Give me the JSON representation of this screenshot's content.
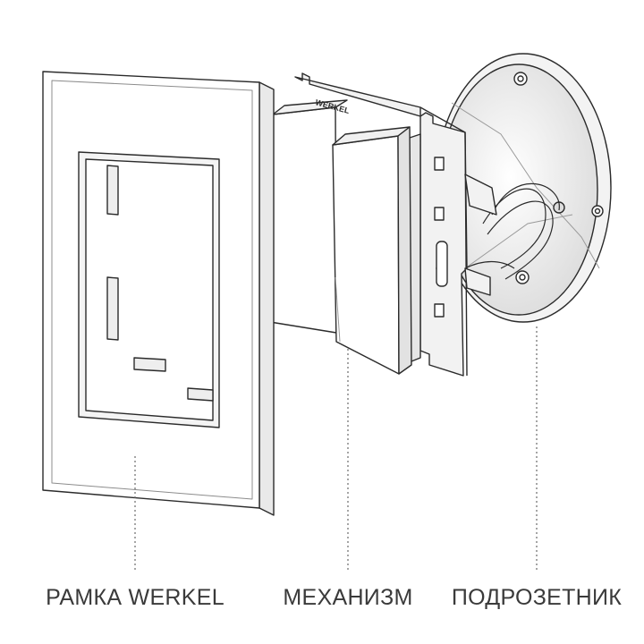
{
  "labels": {
    "frame": "РАМКА WERKEL",
    "mechanism": "МЕХАНИЗМ",
    "box": "ПОДРОЗЕТНИК"
  },
  "brand_text": "WERKEL",
  "colors": {
    "outline": "#2b2b2b",
    "face": "#ffffff",
    "shade": "#e9e9e9",
    "metal": "#f2f2f2",
    "box_inner": "#efefef",
    "label": "#3a3a3a"
  }
}
